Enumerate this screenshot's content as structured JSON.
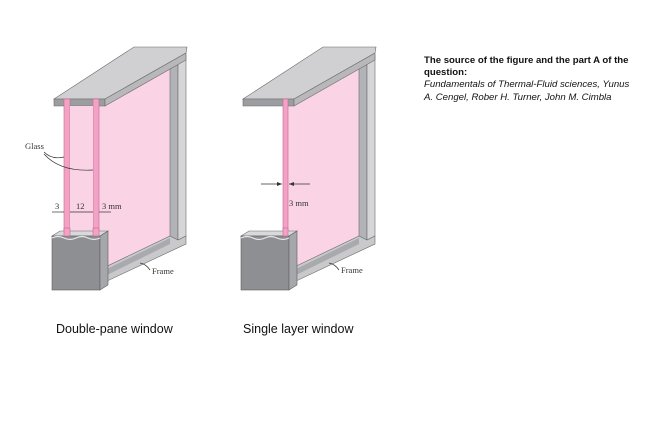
{
  "source_note": {
    "title": "The source of the figure and the part A of the question:",
    "reference": "Fundamentals of Thermal-Fluid sciences, Yunus A. Cengel, Rober H. Turner, John M. Cimbla"
  },
  "figures": [
    {
      "caption": "Double-pane window",
      "labels": {
        "glass": "Glass",
        "dim_left": "3",
        "dim_gap": "12",
        "dim_right": "3 mm",
        "frame": "Frame"
      }
    },
    {
      "caption": "Single layer window",
      "labels": {
        "dim": "3 mm",
        "frame": "Frame"
      }
    }
  ],
  "colors": {
    "glass_pane": "#f4a9c9",
    "glass_fill": "#fad3e4",
    "frame_light": "#d3d3d5",
    "frame_mid": "#b9b9bc",
    "frame_dark": "#8f9093",
    "outline": "#5e5e60"
  }
}
